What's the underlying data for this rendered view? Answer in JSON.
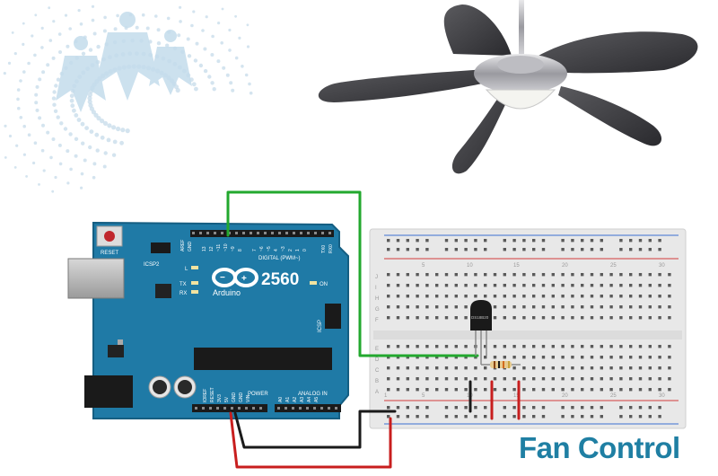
{
  "title": "Fan Control",
  "board": {
    "reset": "RESET",
    "icsp2": "ICSP2",
    "icsp": "ICSP",
    "aref": "AREF",
    "gnd": "GND",
    "digital": "DIGITAL (PWM~)",
    "tx0": "TX0",
    "rx0": "RX0",
    "l": "L",
    "tx": "TX",
    "rx": "RX",
    "on": "ON",
    "brand": "Arduino",
    "model": "2560",
    "power": "POWER",
    "analog": "ANALOG IN",
    "ioref": "IOREF",
    "reset_pin": "RESET",
    "v33": "3V3",
    "v5": "5V",
    "vin": "VIN",
    "pins_digital": [
      "13",
      "12",
      "~11",
      "~10",
      "~9",
      "8",
      "7",
      "~6",
      "~5",
      "4",
      "~3",
      "2",
      "1",
      "0"
    ],
    "pins_analog": [
      "A0",
      "A1",
      "A2",
      "A3",
      "A4",
      "A5"
    ]
  },
  "sensor": {
    "label": "DS18B20"
  },
  "breadboard": {
    "top_numbers": [
      "5",
      "10",
      "15",
      "20",
      "25",
      "30"
    ],
    "bottom_numbers": [
      "1",
      "5",
      "10",
      "15",
      "20",
      "25",
      "30"
    ],
    "row_letters_top": [
      "J",
      "I",
      "H",
      "G",
      "F"
    ],
    "row_letters_bottom": [
      "E",
      "D",
      "C",
      "B",
      "A"
    ]
  },
  "colors": {
    "board": "#1f7aa6",
    "wire_green": "#22a82e",
    "wire_black": "#1a1a1a",
    "wire_red": "#c81e1e",
    "title": "#1f7fa3",
    "rail_red": "#d23b3b",
    "rail_blue": "#3b6fd2"
  }
}
